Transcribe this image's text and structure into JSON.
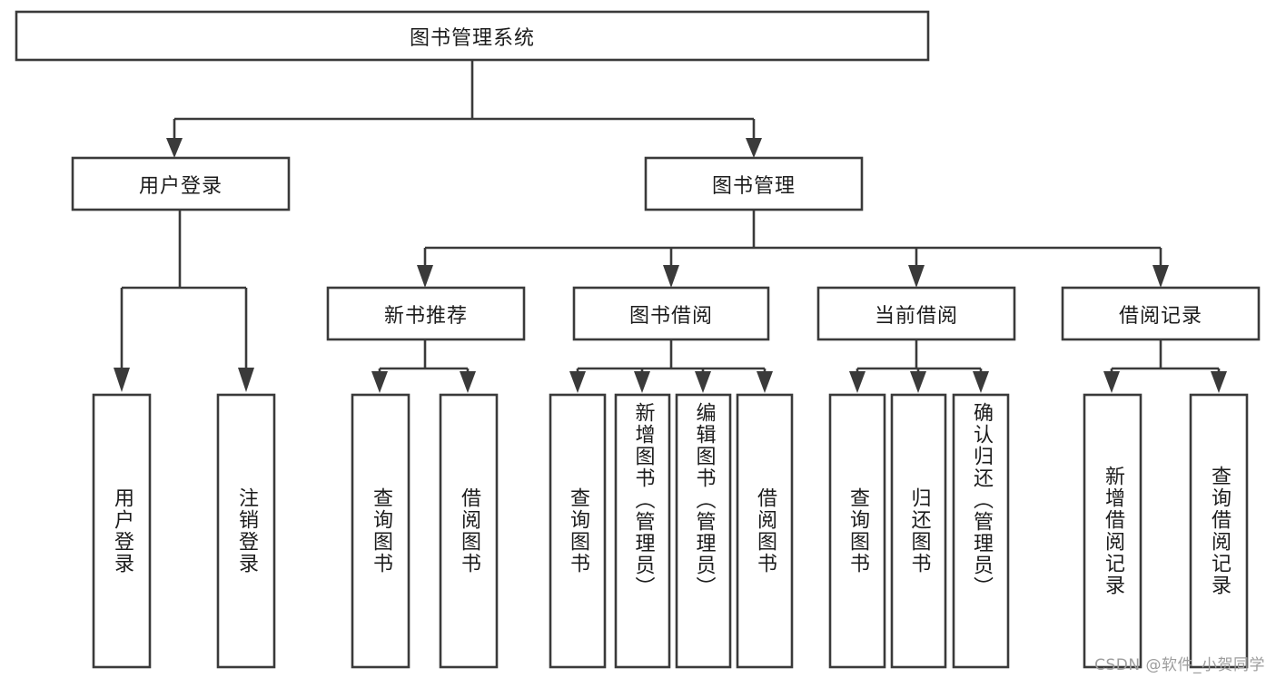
{
  "diagram": {
    "title": "图书管理系统",
    "type": "tree-hierarchy-chart",
    "colors": {
      "box_stroke": "#3a3a3a",
      "box_fill": "#ffffff",
      "text": "#1c1c1c",
      "connector": "#3a3a3a",
      "watermark": "#9d9d9d",
      "background": "#ffffff"
    },
    "root": {
      "label": "图书管理系统"
    },
    "level2": [
      {
        "label": "用户登录"
      },
      {
        "label": "图书管理"
      }
    ],
    "level3": [
      {
        "label": "新书推荐"
      },
      {
        "label": "图书借阅"
      },
      {
        "label": "当前借阅"
      },
      {
        "label": "借阅记录"
      }
    ],
    "leaves_user_login": [
      {
        "label": "用户登录"
      },
      {
        "label": "注销登录"
      }
    ],
    "leaves_new_book": [
      {
        "label": "查询图书"
      },
      {
        "label": "借阅图书"
      }
    ],
    "leaves_borrow": [
      {
        "label": "查询图书"
      },
      {
        "label": "新增图书（管理员）"
      },
      {
        "label": "编辑图书（管理员）"
      },
      {
        "label": "借阅图书"
      }
    ],
    "leaves_current": [
      {
        "label": "查询图书"
      },
      {
        "label": "归还图书"
      },
      {
        "label": "确认归还（管理员）"
      }
    ],
    "leaves_record": [
      {
        "label": "新增借阅记录"
      },
      {
        "label": "查询借阅记录"
      }
    ],
    "watermark": "CSDN @软件_小贺同学"
  }
}
